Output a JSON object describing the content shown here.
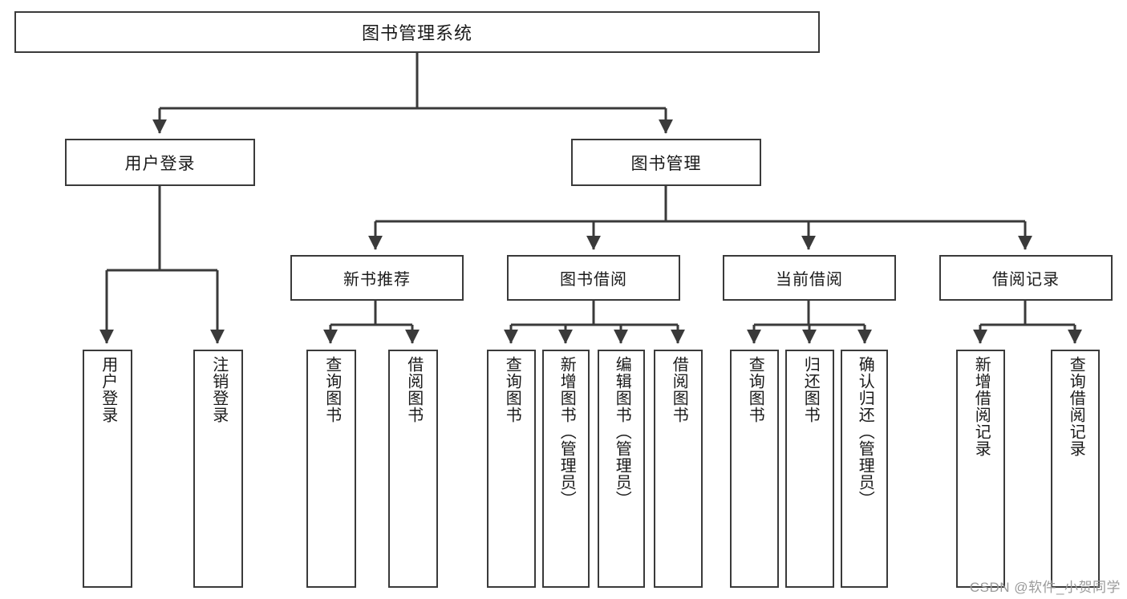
{
  "diagram": {
    "type": "tree",
    "title": "图书管理系统",
    "background_color": "#ffffff",
    "line_color": "#3a3a3a",
    "text_color": "#1a1a1a",
    "root": {
      "id": "root",
      "label": "图书管理系统"
    },
    "level1": [
      {
        "id": "user-login",
        "label": "用户登录"
      },
      {
        "id": "book-manage",
        "label": "图书管理"
      }
    ],
    "level2": [
      {
        "id": "new-book-recommend",
        "label": "新书推荐",
        "parent": "book-manage"
      },
      {
        "id": "book-borrow",
        "label": "图书借阅",
        "parent": "book-manage"
      },
      {
        "id": "current-borrow",
        "label": "当前借阅",
        "parent": "book-manage"
      },
      {
        "id": "borrow-record",
        "label": "借阅记录",
        "parent": "book-manage"
      }
    ],
    "leaves": [
      {
        "id": "leaf-user-login",
        "label": "用户登录",
        "parent": "user-login"
      },
      {
        "id": "leaf-logout",
        "label": "注销登录",
        "parent": "user-login"
      },
      {
        "id": "leaf-query-book-1",
        "label": "查询图书",
        "parent": "new-book-recommend"
      },
      {
        "id": "leaf-borrow-book-1",
        "label": "借阅图书",
        "parent": "new-book-recommend"
      },
      {
        "id": "leaf-query-book-2",
        "label": "查询图书",
        "parent": "book-borrow"
      },
      {
        "id": "leaf-add-book",
        "label": "新增图书（管理员）",
        "parent": "book-borrow"
      },
      {
        "id": "leaf-edit-book",
        "label": "编辑图书（管理员）",
        "parent": "book-borrow"
      },
      {
        "id": "leaf-borrow-book-2",
        "label": "借阅图书",
        "parent": "book-borrow"
      },
      {
        "id": "leaf-query-book-3",
        "label": "查询图书",
        "parent": "current-borrow"
      },
      {
        "id": "leaf-return-book",
        "label": "归还图书",
        "parent": "current-borrow"
      },
      {
        "id": "leaf-confirm-return",
        "label": "确认归还（管理员）",
        "parent": "current-borrow"
      },
      {
        "id": "leaf-add-record",
        "label": "新增借阅记录",
        "parent": "borrow-record"
      },
      {
        "id": "leaf-query-record",
        "label": "查询借阅记录",
        "parent": "borrow-record"
      }
    ]
  },
  "watermark": {
    "text": "CSDN @软件_小贺同学"
  }
}
